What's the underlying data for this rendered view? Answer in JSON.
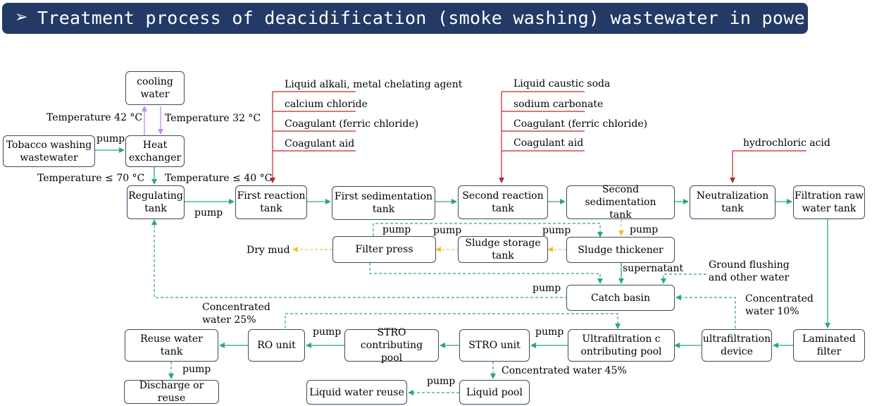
{
  "header": {
    "arrow_glyph": "➢",
    "title": "Treatment process of deacidification (smoke washing) wastewater in power plant",
    "background_color": "#233a66"
  },
  "colors": {
    "flow_solid": "#2aa87a",
    "flow_dashed": "#2aa87a",
    "sludge_dashed": "#f2c230",
    "chemical_dose": "#c0262c",
    "cooling_loop": "#c58be0",
    "box_border": "#3b4a67"
  },
  "nodes": {
    "cooling_water": "cooling\nwater",
    "tobacco_washing_wastewater": "Tobacco washing\nwastewater",
    "heat_exchanger": "Heat\nexchanger",
    "regulating_tank": "Regulating\ntank",
    "first_reaction_tank": "First reaction\ntank",
    "first_sedimentation_tank": "First sedimentation\ntank",
    "second_reaction_tank": "Second reaction\ntank",
    "second_sedimentation_tank": "Second sedimentation\ntank",
    "neutralization_tank": "Neutralization\ntank",
    "filtration_raw_water_tank": "Filtration raw\nwater tank",
    "filter_press": "Filter press",
    "sludge_storage_tank": "Sludge storage\ntank",
    "sludge_thickener": "Sludge thickener",
    "catch_basin": "Catch basin",
    "reuse_water_tank": "Reuse water\ntank",
    "ro_unit": "RO unit",
    "stro_contributing_pool": "STRO contributing\npool",
    "stro_unit": "STRO unit",
    "ultrafiltration_contributing_pool": "Ultrafiltration c\nontributing pool",
    "ultrafiltration_device": "ultrafiltration\ndevice",
    "laminated_filter": "Laminated\nfilter",
    "discharge_or_reuse": "Discharge or reuse",
    "liquid_water_reuse": "Liquid water reuse",
    "liquid_pool": "Liquid pool"
  },
  "labels": {
    "temp_42": "Temperature 42 °C",
    "temp_32": "Temperature 32 °C",
    "pump_tobacco": "pump",
    "temp_le_70": "Temperature ≤ 70 °C",
    "temp_le_40": "Temperature ≤ 40 °C",
    "pump_regulating": "pump",
    "pump_filter_press_back": "pump",
    "pump_storage_to_press": "pump",
    "pump_thickener_to_storage": "pump",
    "pump_into_thickener": "pump",
    "dry_mud": "Dry mud",
    "supernatant": "supernatant",
    "ground_flushing": "Ground flushing\nand other water",
    "pump_catch_basin": "pump",
    "concentrated_10": "Concentrated\nwater 10%",
    "concentrated_25": "Concentrated\nwater 25%",
    "pump_ro": "pump",
    "pump_stro": "pump",
    "pump_reuse": "pump",
    "concentrated_45": "Concentrated water 45%",
    "pump_liquid_pool": "pump"
  },
  "dosing": {
    "first_stage": [
      "Liquid alkali, metal chelating agent",
      "calcium chloride",
      "Coagulant (ferric chloride)",
      "Coagulant aid"
    ],
    "second_stage": [
      "Liquid caustic soda",
      "sodium carbonate",
      "Coagulant (ferric chloride)",
      "Coagulant aid"
    ],
    "neutralization": [
      "hydrochloric acid"
    ]
  }
}
